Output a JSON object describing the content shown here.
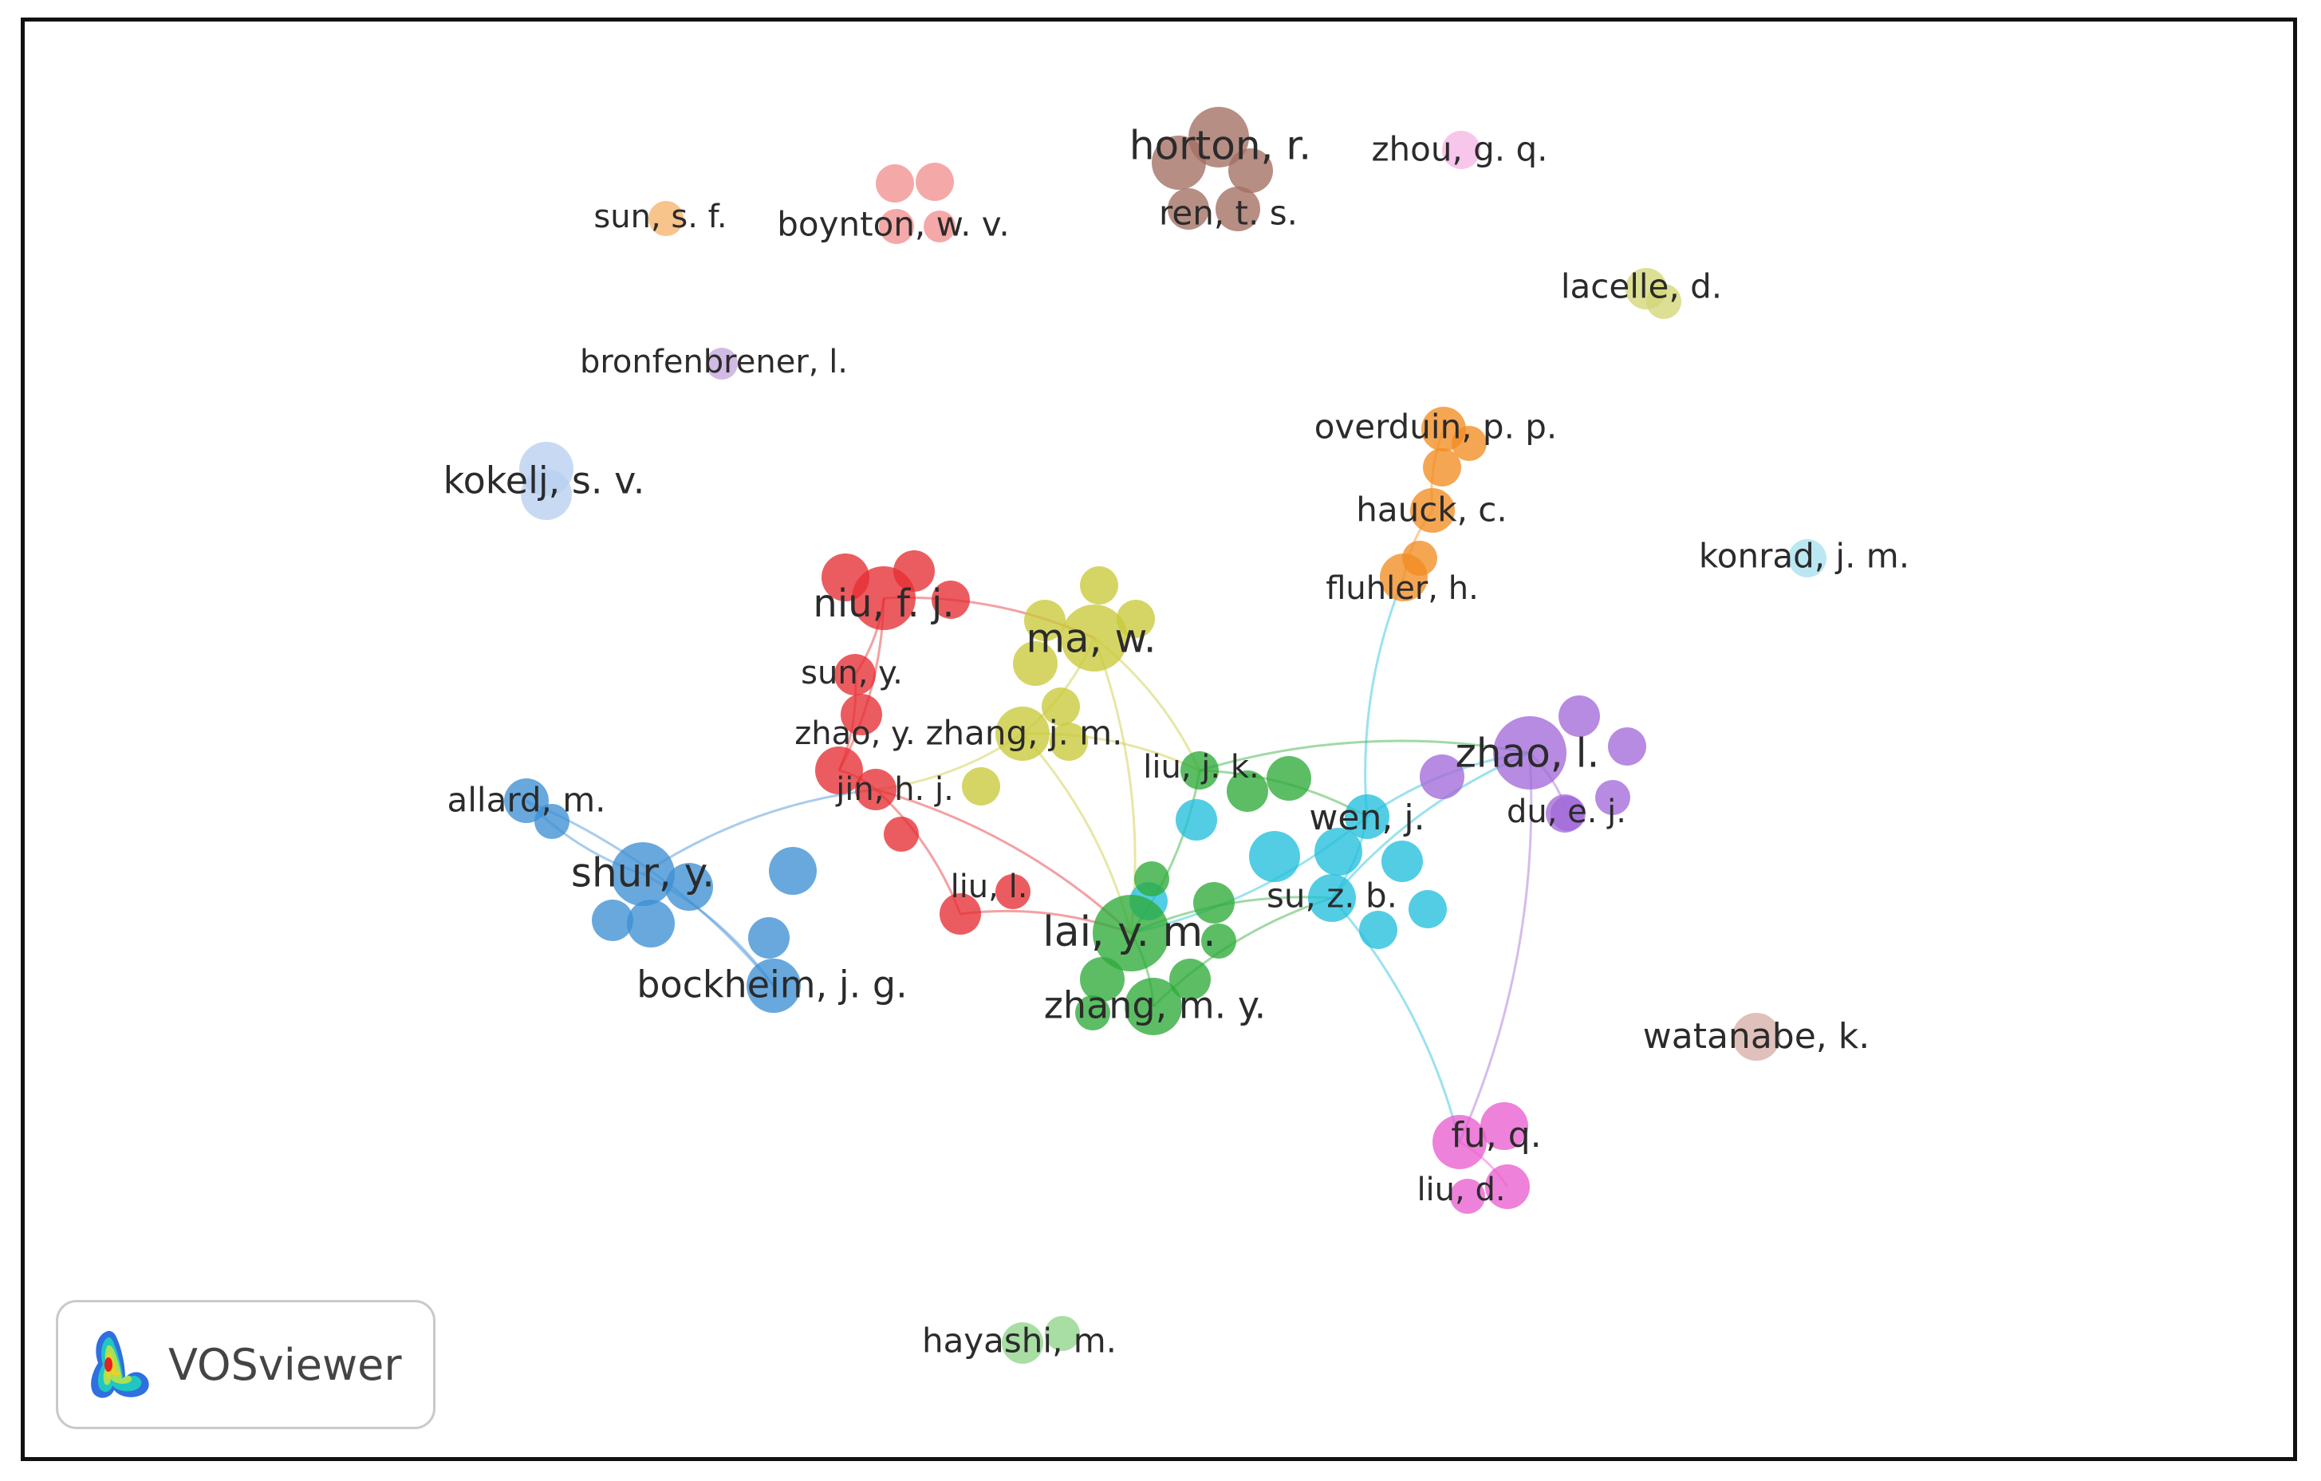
{
  "diagram": {
    "clusters": {
      "red": "#e52e33",
      "blue": "#3d8fd4",
      "yellow": "#c9c93a",
      "green": "#2eaa3a",
      "cyan": "#22bfdc",
      "purple": "#a36ad8",
      "orange": "#f28d22",
      "brown": "#a36e62",
      "pink": "#e95fd0",
      "salmon": "#f28f8f",
      "lightblue": "#b9d0f0",
      "peach": "#f5b36a",
      "lavender": "#c4a7dc",
      "olive": "#d3d677",
      "lightpink": "#f6b5e6",
      "paleCyan": "#a8e0ee",
      "lightgreen": "#8fd58a",
      "tan": "#d7aea6"
    },
    "labels": [
      {
        "id": "horton",
        "text": "horton, r.",
        "cluster": "brown"
      },
      {
        "id": "ren",
        "text": "ren, t. s.",
        "cluster": "brown"
      },
      {
        "id": "zhou",
        "text": "zhou, g. q.",
        "cluster": "lightpink"
      },
      {
        "id": "sunsf",
        "text": "sun, s. f.",
        "cluster": "peach"
      },
      {
        "id": "boynton",
        "text": "boynton, w. v.",
        "cluster": "salmon"
      },
      {
        "id": "lacelle",
        "text": "lacelle, d.",
        "cluster": "olive"
      },
      {
        "id": "bronfenbrener",
        "text": "bronfenbrener, l.",
        "cluster": "lavender"
      },
      {
        "id": "overduin",
        "text": "overduin, p. p.",
        "cluster": "orange"
      },
      {
        "id": "kokelj",
        "text": "kokelj, s. v.",
        "cluster": "lightblue"
      },
      {
        "id": "hauck",
        "text": "hauck, c.",
        "cluster": "orange"
      },
      {
        "id": "konrad",
        "text": "konrad, j. m.",
        "cluster": "paleCyan"
      },
      {
        "id": "fluhler",
        "text": "fluhler, h.",
        "cluster": "orange"
      },
      {
        "id": "niu",
        "text": "niu, f. j.",
        "cluster": "red"
      },
      {
        "id": "ma",
        "text": "ma, w.",
        "cluster": "yellow"
      },
      {
        "id": "suny",
        "text": "sun, y.",
        "cluster": "red"
      },
      {
        "id": "zhaoy",
        "text": "zhao, y.",
        "cluster": "red"
      },
      {
        "id": "zhangjm",
        "text": "zhang, j. m.",
        "cluster": "yellow"
      },
      {
        "id": "zhaol",
        "text": "zhao, l.",
        "cluster": "purple"
      },
      {
        "id": "liujk",
        "text": "liu, j. k.",
        "cluster": "green"
      },
      {
        "id": "jin",
        "text": "jin, h. j.",
        "cluster": "red"
      },
      {
        "id": "allard",
        "text": "allard, m.",
        "cluster": "blue"
      },
      {
        "id": "due",
        "text": "du, e. j.",
        "cluster": "purple"
      },
      {
        "id": "wen",
        "text": "wen, j.",
        "cluster": "cyan"
      },
      {
        "id": "shur",
        "text": "shur, y.",
        "cluster": "blue"
      },
      {
        "id": "liul",
        "text": "liu, l.",
        "cluster": "red"
      },
      {
        "id": "suzb",
        "text": "su, z. b.",
        "cluster": "cyan"
      },
      {
        "id": "lai",
        "text": "lai, y. m.",
        "cluster": "green"
      },
      {
        "id": "bockheim",
        "text": "bockheim, j. g.",
        "cluster": "blue"
      },
      {
        "id": "zhangmy",
        "text": "zhang, m. y.",
        "cluster": "green"
      },
      {
        "id": "watanabe",
        "text": "watanabe, k.",
        "cluster": "tan"
      },
      {
        "id": "fu",
        "text": "fu, q.",
        "cluster": "pink"
      },
      {
        "id": "liud",
        "text": "liu, d.",
        "cluster": "pink"
      },
      {
        "id": "hayashi",
        "text": "hayashi, m.",
        "cluster": "lightgreen"
      }
    ]
  },
  "logo": {
    "text": "VOSviewer",
    "icon": "vosviewer-logo-icon"
  }
}
